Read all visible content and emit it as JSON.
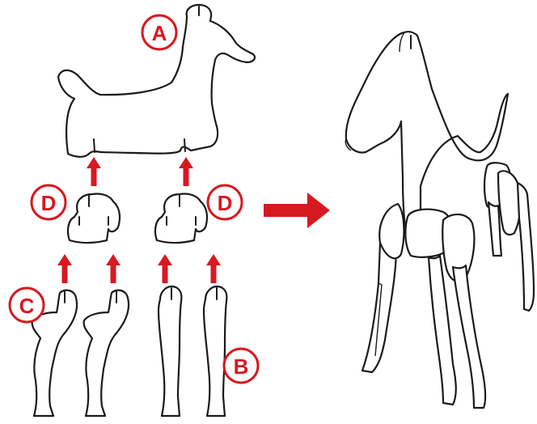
{
  "theme": {
    "accent": "#d71920",
    "line": "#1a1a1a"
  },
  "labels": {
    "body": "A",
    "hind_leg": "B",
    "front_leg": "C",
    "connector": "D"
  },
  "icons": {
    "assembly_arrow": "arrow-right-icon",
    "insert_arrow": "arrow-up-icon"
  }
}
